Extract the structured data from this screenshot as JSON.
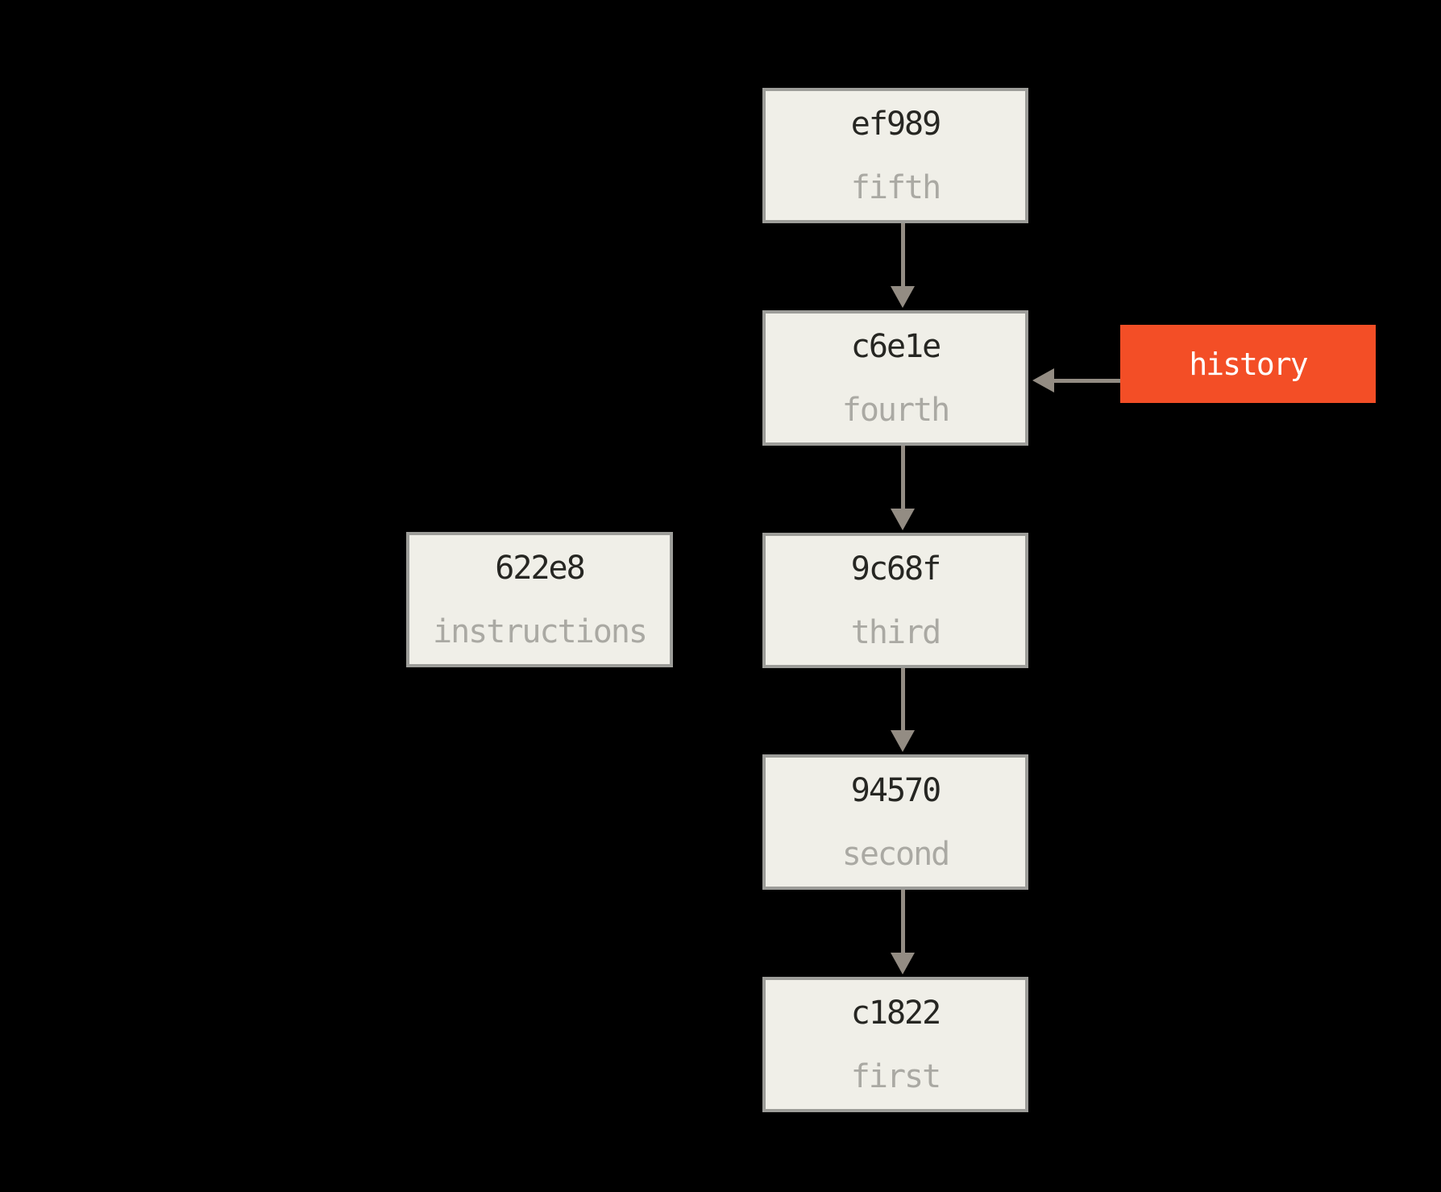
{
  "colors": {
    "bg": "#000000",
    "box-fill": "#f0efe8",
    "box-border": "#9d9d99",
    "hash-color": "#262622",
    "label-color": "#aaa9a3",
    "arrow-color": "#938c83",
    "accent-red": "#f34e26",
    "ref-text-color": "#ffffff"
  },
  "commits": [
    {
      "hash": "ef989",
      "label": "fifth"
    },
    {
      "hash": "c6e1e",
      "label": "fourth"
    },
    {
      "hash": "9c68f",
      "label": "third"
    },
    {
      "hash": "94570",
      "label": "second"
    },
    {
      "hash": "c1822",
      "label": "first"
    }
  ],
  "side_box": {
    "hash": "622e8",
    "label": "instructions"
  },
  "ref_label": {
    "text": "history"
  }
}
